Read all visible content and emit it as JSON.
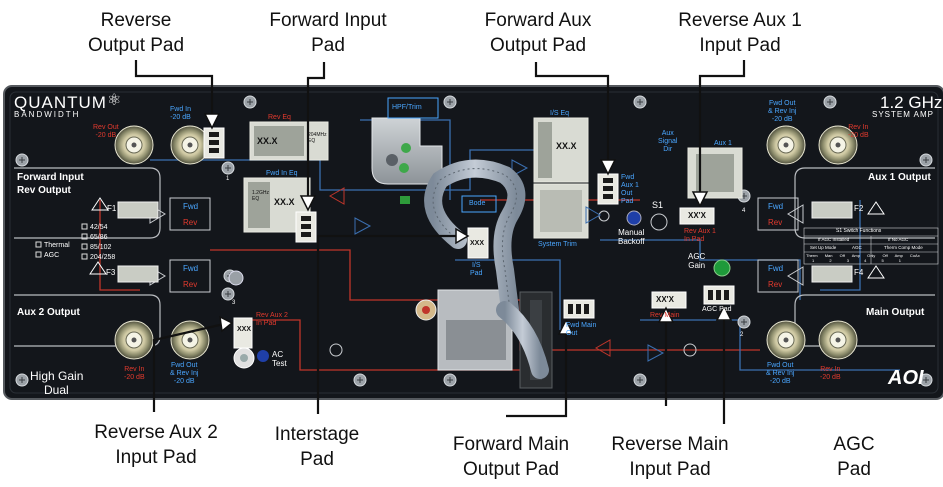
{
  "callouts": {
    "reverse_output_pad": [
      "Reverse",
      "Output Pad"
    ],
    "forward_input_pad": [
      "Forward Input",
      "Pad"
    ],
    "forward_aux_output_pad": [
      "Forward Aux",
      "Output Pad"
    ],
    "reverse_aux1_input_pad": [
      "Reverse Aux 1",
      "Input Pad"
    ],
    "reverse_aux2_input_pad": [
      "Reverse Aux 2",
      "Input Pad"
    ],
    "interstage_pad": [
      "Interstage",
      "Pad"
    ],
    "forward_main_output_pad": [
      "Forward Main",
      "Output Pad"
    ],
    "reverse_main_input_pad": [
      "Reverse Main",
      "Input Pad"
    ],
    "agc_pad": [
      "AGC",
      "Pad"
    ]
  },
  "board": {
    "brand_line1": "QUANTUM",
    "brand_line2": "BANDWIDTH",
    "freq": "1.2 GHz",
    "system_label": "SYSTEM AMP",
    "high_gain": "High Gain",
    "dual": "Dual",
    "aoi_logo": "AOI",
    "ports": {
      "rev_out_top": [
        "Rev Out",
        "-20 dB"
      ],
      "fwd_in_top": [
        "Fwd In",
        "-20 dB"
      ],
      "fwd_out_top_right": [
        "Fwd Out",
        "& Rev Inj",
        "-20 dB"
      ],
      "rev_in_top_right": [
        "Rev In",
        "-20 dB"
      ],
      "rev_in_bottom_left": [
        "Rev In",
        "-20 dB"
      ],
      "fwd_out_bottom_left": [
        "Fwd Out",
        "& Rev Inj",
        "-20 dB"
      ],
      "fwd_out_bottom_right": [
        "Fwd Out",
        "& Rev Inj",
        "-20 dB"
      ],
      "rev_in_bottom_right": [
        "Rev In",
        "-20 dB"
      ]
    },
    "section_labels": {
      "forward_input": "Forward Input",
      "rev_output": "Rev Output",
      "aux2_output": "Aux 2 Output",
      "aux1_output": "Aux 1 Output",
      "main_output": "Main Output"
    },
    "fuses": {
      "f1": "F1",
      "f2": "F2",
      "f3": "F3",
      "f4": "F4"
    },
    "fwd": "Fwd",
    "rev": "Rev",
    "checkbox_left": [
      "Thermal",
      "AGC"
    ],
    "checkbox_right": [
      "42/54",
      "65/86",
      "85/102",
      "204/258"
    ],
    "module_labels": {
      "rev_eq": "Rev Eq",
      "fwd_in_eq": "Fwd In Eq",
      "hpf_trim": "HPF/Trim",
      "is_eq": "I/S Eq",
      "bode": "Bode",
      "is_pad": [
        "I/S",
        "Pad"
      ],
      "system_trim": "System Trim",
      "aux_signal_dir": [
        "Aux",
        "Signal",
        "Dir"
      ],
      "aux1": "Aux 1",
      "fwd_aux1_out_pad": [
        "Fwd",
        "Aux 1",
        "Out",
        "Pad"
      ],
      "s1": "S1",
      "manual_backoff": [
        "Manual",
        "Backoff"
      ],
      "rev_aux1_in_pad": [
        "Rev Aux 1",
        "In Pad"
      ],
      "agc_gain": [
        "AGC",
        "Gain"
      ],
      "rev_aux2_in_pad": [
        "Rev Aux 2",
        "In Pad"
      ],
      "ac_test": [
        "AC",
        "Test"
      ],
      "fwd_main_out": [
        "Fwd Main",
        "Out"
      ],
      "rev_main": "Rev Main",
      "agc_pad": "AGC Pad",
      "rev_eq_values": [
        "204MHz",
        "EQ"
      ],
      "fwd_eq_values": [
        "1.2GHz",
        "EQ"
      ],
      "xx": "XX.X",
      "xxx": "XXX",
      "xxx_pad": "XX'X"
    },
    "numbers": [
      "1",
      "2",
      "3",
      "4"
    ],
    "s1_table": {
      "title": "S1 Switch Functions",
      "left_hdr": "If AGC Installed",
      "right_hdr": "If No AGC",
      "sub1": "Set Up Mode",
      "sub2": "AGC",
      "sub3": "Therm Comp Mode",
      "cols": [
        "Therm",
        "Man",
        "Off",
        "Amp Only",
        "Off",
        "Amp CoAx"
      ],
      "row": [
        "1",
        "2",
        "3",
        "4",
        "5",
        "1"
      ]
    }
  }
}
